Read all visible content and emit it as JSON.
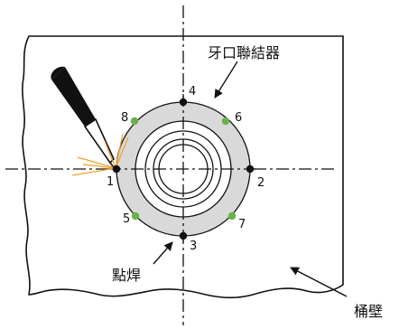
{
  "labels": {
    "fitting": "牙口聯結器",
    "weld": "點焊",
    "wall": "桶壁"
  },
  "points": [
    {
      "id": "1",
      "label": "1",
      "color": "#111111"
    },
    {
      "id": "2",
      "label": "2",
      "color": "#111111"
    },
    {
      "id": "3",
      "label": "3",
      "color": "#111111"
    },
    {
      "id": "4",
      "label": "4",
      "color": "#111111"
    },
    {
      "id": "5",
      "label": "5",
      "color": "#6ab04c"
    },
    {
      "id": "6",
      "label": "6",
      "color": "#6ab04c"
    },
    {
      "id": "7",
      "label": "7",
      "color": "#6ab04c"
    },
    {
      "id": "8",
      "label": "8",
      "color": "#6ab04c"
    }
  ],
  "colors": {
    "ring_fill": "#d9d9d9",
    "line": "#111111",
    "spark": "#f0a030",
    "electrode": "#111111"
  }
}
